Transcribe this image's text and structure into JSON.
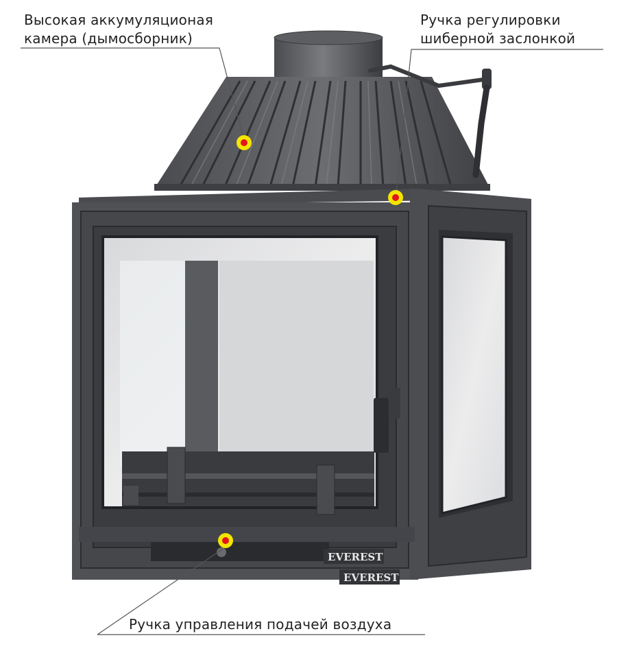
{
  "callouts": {
    "chamber": [
      "Высокая аккумуляционая",
      "камера (дымосборник)"
    ],
    "damper": [
      "Ручка регулировки",
      "шиберной заслонкой"
    ],
    "air": "Ручка управления подачей воздуха"
  },
  "brand": "EVEREST",
  "colors": {
    "marker_outer": "#f2e600",
    "marker_inner": "#e3151c",
    "metal_dark": "#3a3b3e",
    "metal_mid": "#56575b",
    "glass": "#e4e5e6",
    "leader": "#555555"
  }
}
